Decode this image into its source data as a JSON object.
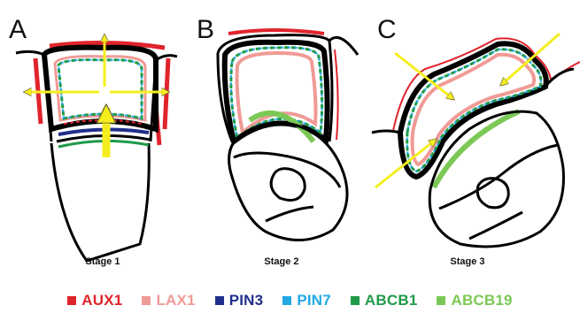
{
  "panels": [
    {
      "letter": "A",
      "stage_label": "Stage 1"
    },
    {
      "letter": "B",
      "stage_label": "Stage 2"
    },
    {
      "letter": "C",
      "stage_label": "Stage 3"
    }
  ],
  "legend": [
    {
      "label": "AUX1",
      "color": "#e0242c"
    },
    {
      "label": "LAX1",
      "color": "#f09a96"
    },
    {
      "label": "PIN3",
      "color": "#1f2f8c"
    },
    {
      "label": "PIN7",
      "color": "#22a8e4"
    },
    {
      "label": "ABCB1",
      "color": "#1f9a48"
    },
    {
      "label": "ABCB19",
      "color": "#7cc856"
    }
  ],
  "colors": {
    "outline": "#000000",
    "arrow_fill": "#f5ee1e",
    "arrow_stroke": "#6d6a3a"
  }
}
